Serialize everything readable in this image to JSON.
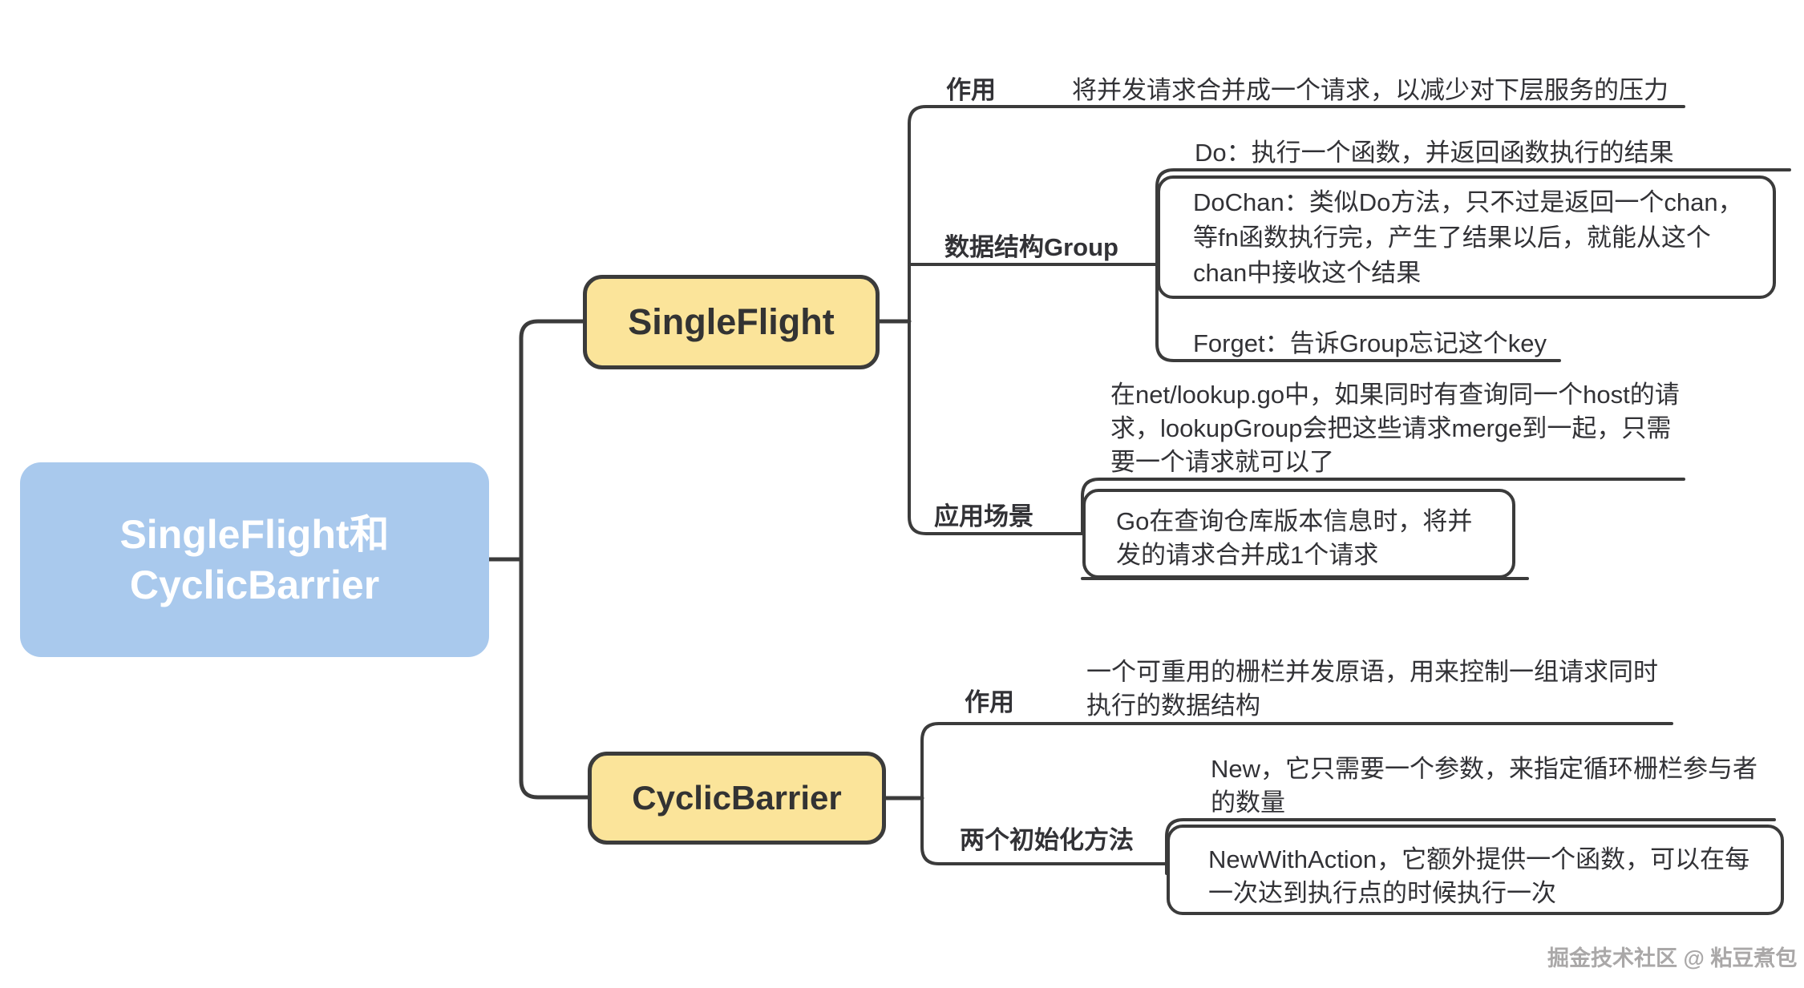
{
  "mindmap": {
    "root": {
      "label": "SingleFlight和CyclicBarrier"
    },
    "branches": [
      {
        "label": "SingleFlight",
        "children": [
          {
            "label": "作用",
            "children": [
              {
                "text": "将并发请求合并成一个请求，以减少对下层服务的压力"
              }
            ]
          },
          {
            "label": "数据结构Group",
            "children": [
              {
                "text": "Do：执行一个函数，并返回函数执行的结果"
              },
              {
                "text": "DoChan：类似Do方法，只不过是返回一个chan，等fn函数执行完，产生了结果以后，就能从这个chan中接收这个结果"
              },
              {
                "text": "Forget：告诉Group忘记这个key"
              }
            ]
          },
          {
            "label": "应用场景",
            "children": [
              {
                "text": "在net/lookup.go中，如果同时有查询同一个host的请求，lookupGroup会把这些请求merge到一起，只需要一个请求就可以了"
              },
              {
                "text": "Go在查询仓库版本信息时，将并发的请求合并成1个请求"
              }
            ]
          }
        ]
      },
      {
        "label": "CyclicBarrier",
        "children": [
          {
            "label": "作用",
            "children": [
              {
                "text": "一个可重用的栅栏并发原语，用来控制一组请求同时执行的数据结构"
              }
            ]
          },
          {
            "label": "两个初始化方法",
            "children": [
              {
                "text": "New，它只需要一个参数，来指定循环栅栏参与者的数量"
              },
              {
                "text": "NewWithAction，它额外提供一个函数，可以在每一次达到执行点的时候执行一次"
              }
            ]
          }
        ]
      }
    ]
  },
  "watermark": {
    "text": "掘金技术社区 @ 粘豆煮包"
  },
  "colors": {
    "root_fill": "#a9c9ed",
    "branch_fill": "#fbe49a",
    "line": "#3b3b3b",
    "text": "#323236",
    "watermark": "#aaa8a8"
  }
}
